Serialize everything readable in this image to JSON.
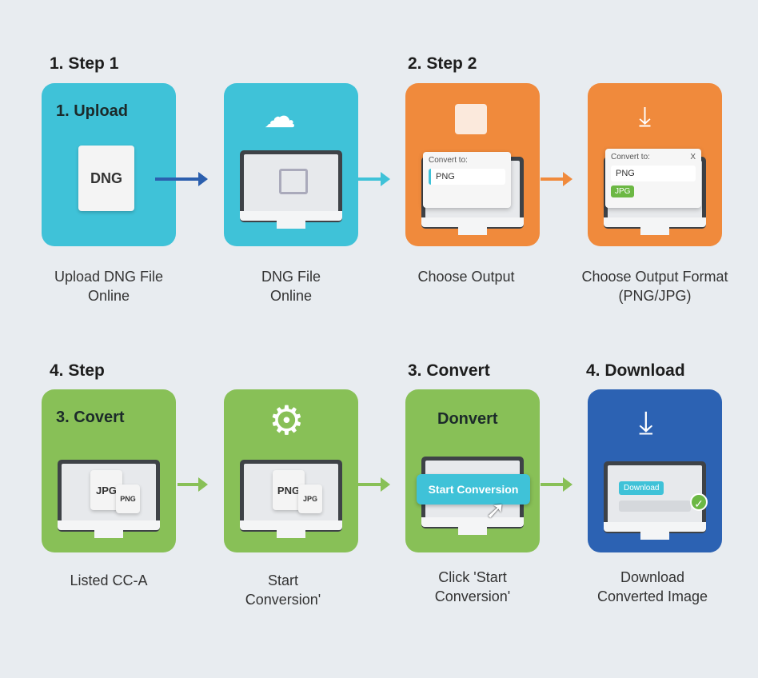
{
  "headings": {
    "r1a": "1. Step 1",
    "r1b": "2. Step 2",
    "r2a": "4. Step",
    "r2b": "3. Convert",
    "r2c": "4. Download"
  },
  "cards": [
    {
      "title": "1. Upload",
      "doc": "DNG",
      "caption": [
        "Upload DNG File",
        "Online"
      ]
    },
    {
      "caption": [
        "DNG File",
        "Online"
      ]
    },
    {
      "popup_label": "Convert to:",
      "popup_value": "PNG",
      "caption": [
        "Choose Output"
      ]
    },
    {
      "popup_label": "Convert to:",
      "close": "X",
      "popup_value": "PNG",
      "option": "JPG",
      "caption": [
        "Choose Output Format",
        "(PNG/JPG)"
      ]
    },
    {
      "title": "3. Covert",
      "doc1": "JPG",
      "doc2": "PNG",
      "caption": [
        "Listed CC-A"
      ]
    },
    {
      "doc1": "PNG",
      "doc2": "JPG",
      "caption": [
        "Start",
        "Conversion'"
      ]
    },
    {
      "title": "Donvert",
      "button": "Start Conversion",
      "caption": [
        "Click 'Start",
        "Conversion'"
      ]
    },
    {
      "button": "Download",
      "caption": [
        "Download",
        "Converted Image"
      ]
    }
  ],
  "colors": {
    "teal": "#3fc2d8",
    "orange": "#f08a3c",
    "green": "#88c057",
    "blue": "#2c62b3"
  }
}
